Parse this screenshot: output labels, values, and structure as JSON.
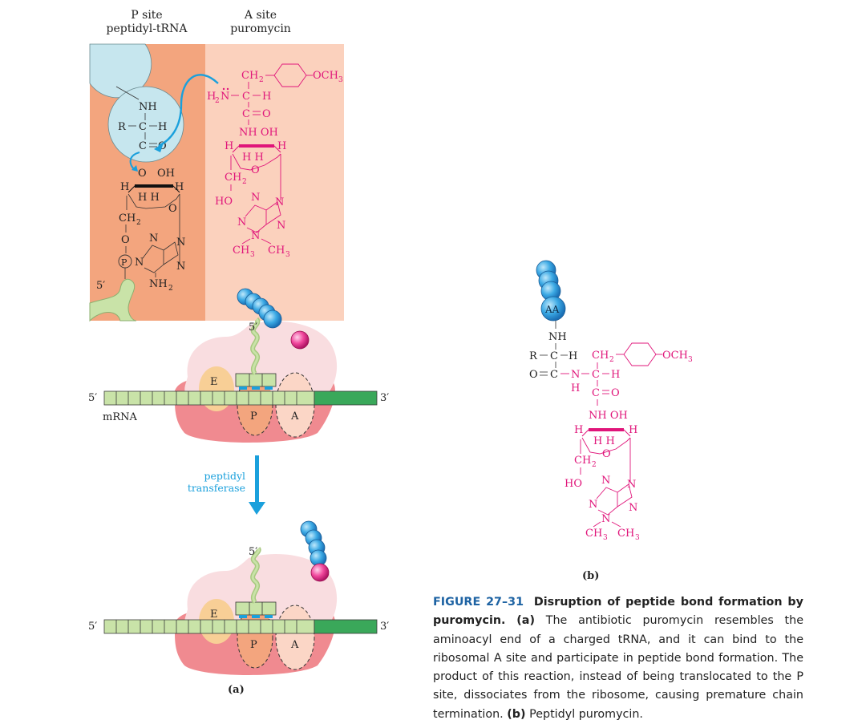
{
  "labels": {
    "p_site": "P site",
    "p_site_sub": "peptidyl-tRNA",
    "a_site": "A site",
    "a_site_sub": "puromycin",
    "five_prime": "5′",
    "three_prime": "3′",
    "mrna": "mRNA",
    "site_e": "E",
    "site_p": "P",
    "site_a": "A",
    "enzyme_line1": "peptidyl",
    "enzyme_line2": "transferase",
    "panel_a": "(a)",
    "panel_b": "(b)",
    "aa": "AA"
  },
  "chem": {
    "ch2": "CH",
    "sub2": "2",
    "sub3": "3",
    "och3": "OCH",
    "h2n": "H",
    "n": "N",
    "c_h": "C",
    "h": "H",
    "c_o": "C",
    "o": "O",
    "nh": "NH",
    "oh": "OH",
    "nhoh": "NH OH",
    "hh": "H  H",
    "ho": "HO",
    "r_ch": "R",
    "nh2": "NH",
    "p": "P",
    "ch3_pair_left": "CH",
    "ch3_pair_right": "CH",
    "o_eq_c": "O"
  },
  "caption": {
    "figure_number": "FIGURE 27–31",
    "title": "Disruption of peptide bond formation by puromycin.",
    "part_a_label": "(a)",
    "part_a_text": "The antibiotic puromycin resembles the aminoacyl end of a charged tRNA, and it can bind to the ribosomal A site and participate in peptide bond formation. The product of this reaction, instead of being translocated to the P site, dissociates from the ribosome, causing premature chain termination.",
    "part_b_label": "(b)",
    "part_b_text": "Peptidyl puromycin."
  },
  "colors": {
    "p_panel": "#f3a57e",
    "a_panel": "#fbd1bd",
    "circle": "#c6e6ee",
    "magenta": "#e0157a",
    "cyan": "#1aa0dc",
    "ribosome_top": "#f9dde0",
    "ribosome_bottom": "#f08a90",
    "mrna": "#c9e3a8",
    "mrna_dark": "#3aa85a",
    "site_e": "#f8cf96",
    "site_p": "#f3a57e",
    "site_a": "#fbd6c6"
  }
}
